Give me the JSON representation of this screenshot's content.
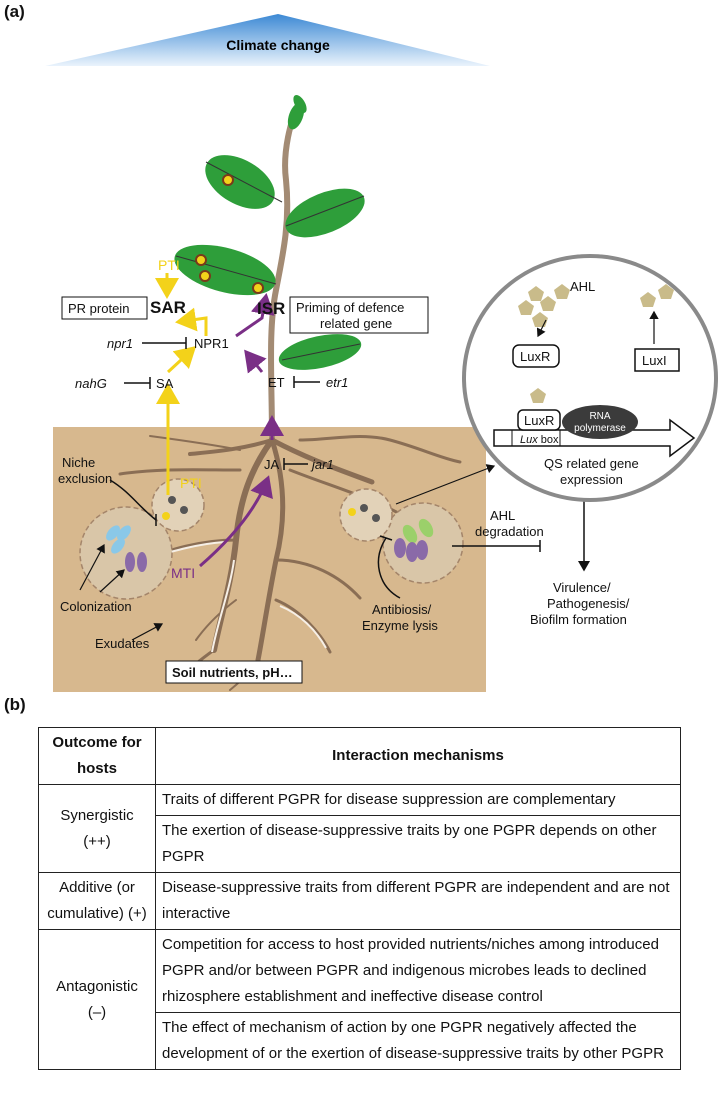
{
  "panel_a": {
    "label": "(a)",
    "banner": "Climate change",
    "pti_top": "PTI",
    "pr_protein": "PR protein",
    "sar": "SAR",
    "isr": "ISR",
    "priming": [
      "Priming of defence",
      "related gene"
    ],
    "npr1_gene": "npr1",
    "npr1": "NPR1",
    "nahg": "nahG",
    "sa": "SA",
    "et": "ET",
    "etr1": "etr1",
    "ja": "JA",
    "jar1": "jar1",
    "niche": [
      "Niche",
      "exclusion"
    ],
    "pti_root": "PTI",
    "mti": "MTI",
    "colonization": "Colonization",
    "exudates": "Exudates",
    "soil": "Soil nutrients, pH…",
    "antibiosis": [
      "Antibiosis/",
      "Enzyme lysis"
    ],
    "ahl_deg": [
      "AHL",
      "degradation"
    ],
    "ahl": "AHL",
    "luxr": "LuxR",
    "luxi": "LuxI",
    "luxr2": "LuxR",
    "rna_pol": [
      "RNA",
      "polymerase"
    ],
    "lux_box": "Lux",
    "lux_box_rest": " box",
    "qs": [
      "QS related gene",
      "expression"
    ],
    "virulence": [
      "Virulence/",
      "Pathogenesis/",
      "Biofilm formation"
    ]
  },
  "panel_b": {
    "label": "(b)",
    "headers": [
      "Outcome for hosts",
      "Interaction mechanisms"
    ],
    "rows": [
      {
        "outcome": "Synergistic (++)",
        "items": [
          "Traits of different PGPR for disease suppression are complementary",
          "The exertion of disease-suppressive traits by one PGPR depends on other PGPR"
        ]
      },
      {
        "outcome": "Additive (or cumulative) (+)",
        "items": [
          "Disease-suppressive traits from different PGPR are independent and are not interactive"
        ]
      },
      {
        "outcome": "Antagonistic (–)",
        "items": [
          "Competition for access to host provided nutrients/niches among introduced PGPR and/or between PGPR and indigenous microbes leads to declined rhizosphere establishment and ineffective disease control",
          "The effect of mechanism of action by one PGPR negatively affected the development of or the exertion of disease-suppressive traits by other PGPR"
        ]
      }
    ]
  },
  "colors": {
    "yellow": "#f3d21a",
    "purple": "#7a2f86",
    "leaf": "#2e9e3a",
    "soil": "#d7b88e",
    "stem": "#a38b74",
    "ahl": "#c9bb8a"
  }
}
